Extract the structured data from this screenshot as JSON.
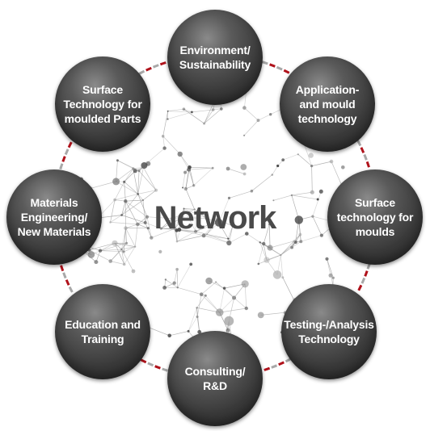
{
  "diagram": {
    "center_label": "Network",
    "colors": {
      "accent": "#b0121b",
      "node_fill": "#3a3a3a",
      "connector_gray": "#a8a8a8",
      "network_lines": "#9a9a9a"
    },
    "nodes": [
      {
        "id": "environment",
        "label": "Environment/\nSustainability"
      },
      {
        "id": "application",
        "label": "Application-\nand mould\ntechnology"
      },
      {
        "id": "surface-moulds",
        "label": "Surface\ntechnology for\nmoulds"
      },
      {
        "id": "testing",
        "label": "Testing-/Analysis\nTechnology"
      },
      {
        "id": "consulting",
        "label": "Consulting/\nR&D"
      },
      {
        "id": "education",
        "label": "Education and\nTraining"
      },
      {
        "id": "materials",
        "label": "Materials\nEngineering/\nNew Materials"
      },
      {
        "id": "surface-parts",
        "label": "Surface\nTechnology for\nmoulded Parts"
      }
    ]
  }
}
